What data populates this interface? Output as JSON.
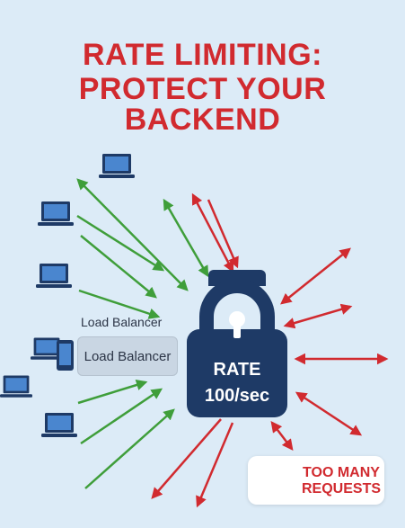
{
  "title": {
    "line1": "RATE LIMITING:",
    "line2": "PROTECT YOUR BACKEND"
  },
  "load_balancer": {
    "caption": "Load Balancer",
    "box_label": "Load Balancer"
  },
  "rate_limiter": {
    "line1": "RATE",
    "line2": "100/sec"
  },
  "error": {
    "text": "TOO MANY REQUESTS",
    "icon": "x-icon"
  },
  "colors": {
    "title_red": "#d12a2f",
    "allowed_green": "#3f9e3a",
    "rejected_red": "#d12a2f",
    "lock_navy": "#1e3a66",
    "background": "#dcebf7"
  }
}
